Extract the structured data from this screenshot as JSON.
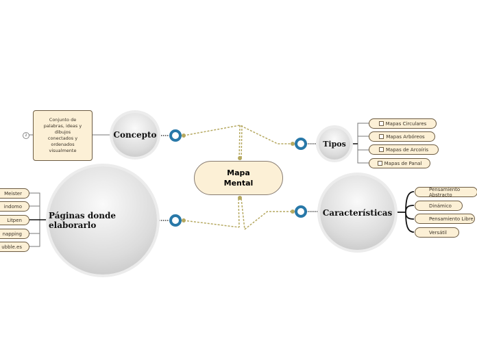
{
  "central": {
    "title_line1": "Mapa",
    "title_line2": "Mental"
  },
  "concepto": {
    "label": "Concepto",
    "description": "Conjunto de palabras, ideas y dibujos conectados y ordenados visualmente",
    "badge": "2"
  },
  "paginas": {
    "label": "Páginas donde elaborarlo",
    "items": [
      "Meister",
      "indomo",
      "Litpen",
      "napping",
      "ubble.es"
    ]
  },
  "tipos": {
    "label": "Tipos",
    "items": [
      "Mapas Circulares",
      "Mapas Arbóreos",
      "Mapas de Arcoíris",
      "Mapas de Panal"
    ]
  },
  "caracteristicas": {
    "label": "Características",
    "items": [
      "Pensamiento Abstracto",
      "Dinámico",
      "Pensamiento Libre",
      "Versátil"
    ]
  },
  "colors": {
    "central_fill": "#fcf0d6",
    "connector": "#b5a860",
    "ring": "#2878a8"
  }
}
